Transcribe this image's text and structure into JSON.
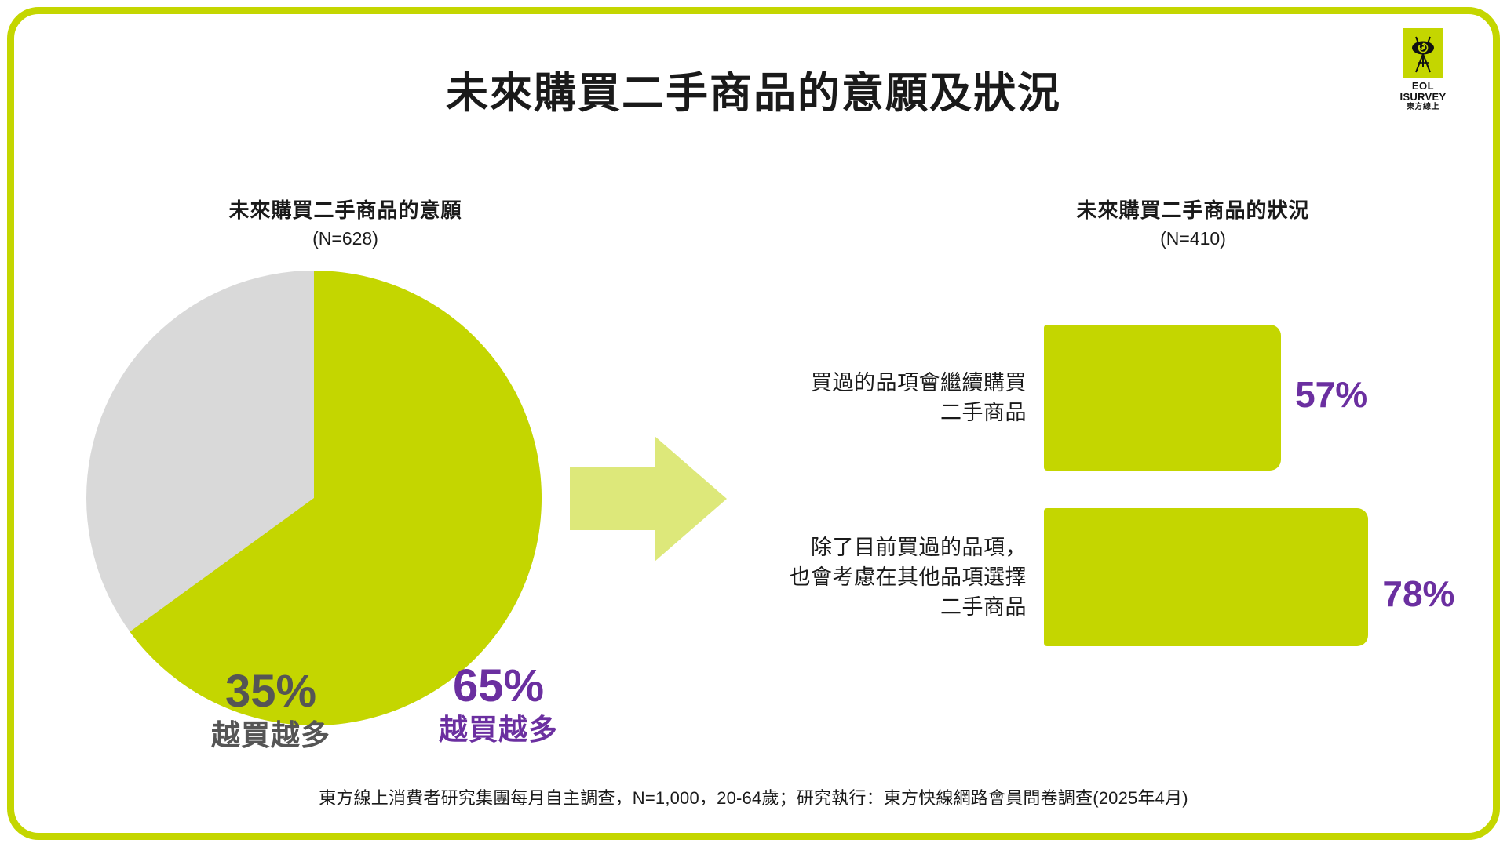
{
  "brand": {
    "accent_lime": "#c4d600",
    "accent_lime_light": "#dde87a",
    "accent_purple": "#6b2fa0",
    "neutral_gray": "#d9d9d9",
    "text_gray": "#555555",
    "logo": {
      "icon_name": "eol-eye-tripod-logo-icon",
      "line1": "EOL",
      "line2": "ISURVEY",
      "line3": "東方線上"
    }
  },
  "header": {
    "title": "未來購買二手商品的意願及狀況"
  },
  "left_panel": {
    "title": "未來購買二手商品的意願",
    "sample": "(N=628)"
  },
  "right_panel": {
    "title": "未來購買二手商品的狀況",
    "sample": "(N=410)"
  },
  "arrow": {
    "icon_name": "right-arrow-icon"
  },
  "footer": {
    "note": "東方線上消費者研究集團每月自主調查，N=1,000，20-64歲；研究執行：東方快線網路會員問卷調查(2025年4月)"
  },
  "chart_data": [
    {
      "type": "pie",
      "title": "未來購買二手商品的意願",
      "subtitle": "(N=628)",
      "sample_size": 628,
      "start_angle_deg": 0,
      "direction": "clockwise",
      "labels": [
        "越買越多",
        "越買越多"
      ],
      "categories": [
        "越買越多 (65%)",
        "越買越多 (35%)"
      ],
      "values": [
        65,
        35
      ],
      "slices": [
        {
          "label": "越買越多",
          "value": 65,
          "display": "65%",
          "color": "#c4d600",
          "text_color": "#6b2fa0"
        },
        {
          "label": "越買越多",
          "value": 35,
          "display": "35%",
          "color": "#d9d9d9",
          "text_color": "#555555"
        }
      ],
      "legend": "none",
      "grid": false
    },
    {
      "type": "bar",
      "orientation": "horizontal",
      "title": "未來購買二手商品的狀況",
      "subtitle": "(N=410)",
      "sample_size": 410,
      "categories": [
        "買過的品項會繼續購買\n二手商品",
        "除了目前買過的品項，\n也會考慮在其他品項選擇\n二手商品"
      ],
      "values": [
        57,
        78
      ],
      "value_labels": [
        "57%",
        "78%"
      ],
      "xlabel": "",
      "ylabel": "",
      "xlim": [
        0,
        100
      ],
      "grid": false,
      "legend": "none",
      "bar_color": "#c4d600",
      "value_color": "#6b2fa0",
      "bars": [
        {
          "label_lines": [
            "買過的品項會繼續購買",
            "二手商品"
          ],
          "value": 57,
          "display": "57%"
        },
        {
          "label_lines": [
            "除了目前買過的品項，",
            "也會考慮在其他品項選擇",
            "二手商品"
          ],
          "value": 78,
          "display": "78%"
        }
      ]
    }
  ]
}
